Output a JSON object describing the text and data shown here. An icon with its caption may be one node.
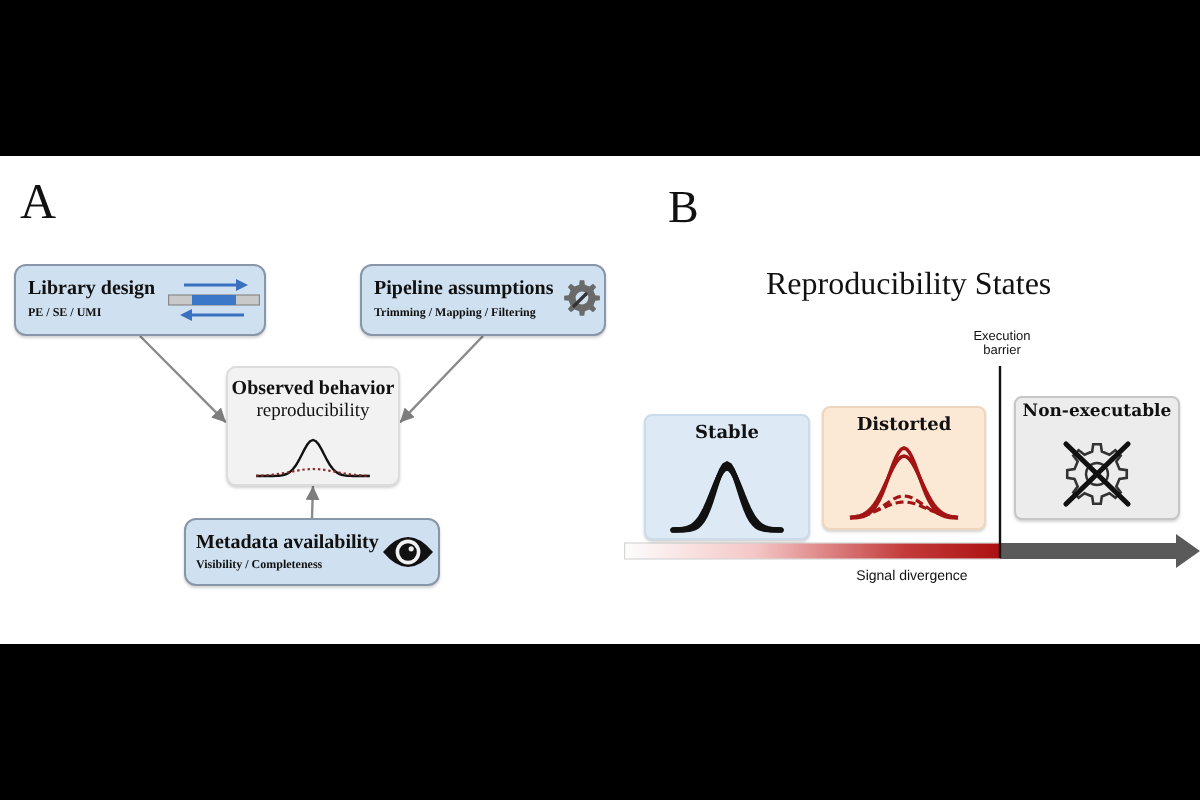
{
  "diagram": {
    "nodes": [
      {
        "text": [
          "Library design",
          "PE / SE / UMI"
        ]
      },
      {
        "text": [
          "Pipeline assumptions",
          "Trimming / Mapping / Filtering"
        ]
      },
      {
        "text": [
          "Observed behavior",
          "reproducibility"
        ]
      },
      {
        "text": [
          "Metadata availability",
          "Visibility / Completeness"
        ]
      },
      {
        "text": [
          "Stable"
        ]
      },
      {
        "text": [
          "Distorted"
        ]
      },
      {
        "text": [
          "Non-executable"
        ]
      }
    ],
    "edges": [
      {
        "from": 0,
        "to": 2,
        "arrow": "to"
      },
      {
        "from": 1,
        "to": 2,
        "arrow": "to"
      },
      {
        "from": 3,
        "to": 2,
        "arrow": "to"
      }
    ],
    "labels": [
      "A",
      "B",
      "Reproducibility States",
      "Execution barrier",
      "Signal divergence"
    ]
  }
}
